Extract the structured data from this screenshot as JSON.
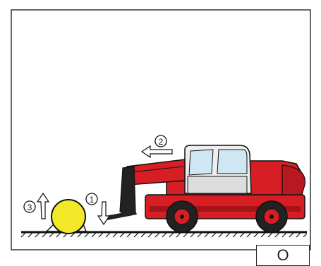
{
  "figure": {
    "step_labels": [
      "1",
      "2",
      "3"
    ],
    "indicator": "O"
  },
  "colors": {
    "machine_red": "#d61e24",
    "machine_dark": "#222222",
    "window_blue": "#cfe6f3",
    "bale_yellow": "#f2e829",
    "outline": "#1a1a1a"
  },
  "icons": [
    "arrow-down-icon",
    "arrow-left-icon",
    "arrow-up-icon"
  ]
}
